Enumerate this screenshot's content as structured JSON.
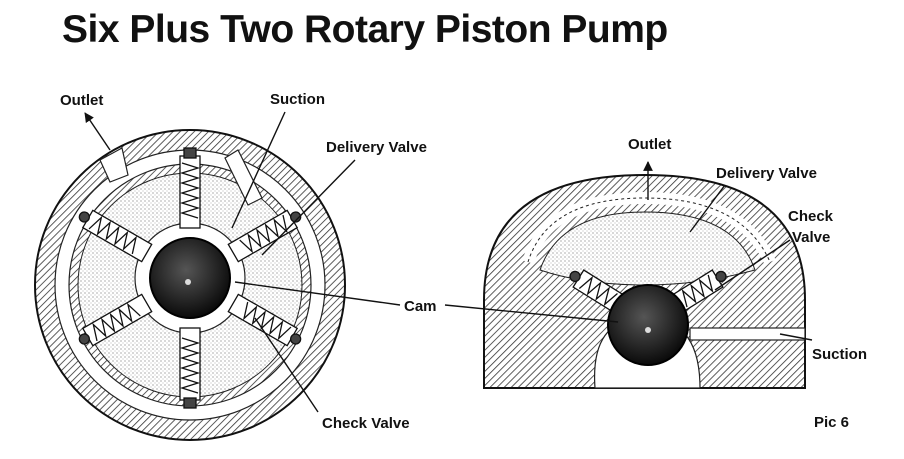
{
  "title": "Six Plus Two Rotary Piston Pump",
  "left_diagram": {
    "outlet": "Outlet",
    "suction": "Suction",
    "delivery_valve": "Delivery Valve",
    "check_valve": "Check Valve"
  },
  "shared": {
    "cam": "Cam"
  },
  "right_diagram": {
    "outlet": "Outlet",
    "delivery_valve": "Delivery Valve",
    "check_valve_line1": "Check",
    "check_valve_line2": "Valve",
    "suction": "Suction"
  },
  "caption": "Pic 6"
}
